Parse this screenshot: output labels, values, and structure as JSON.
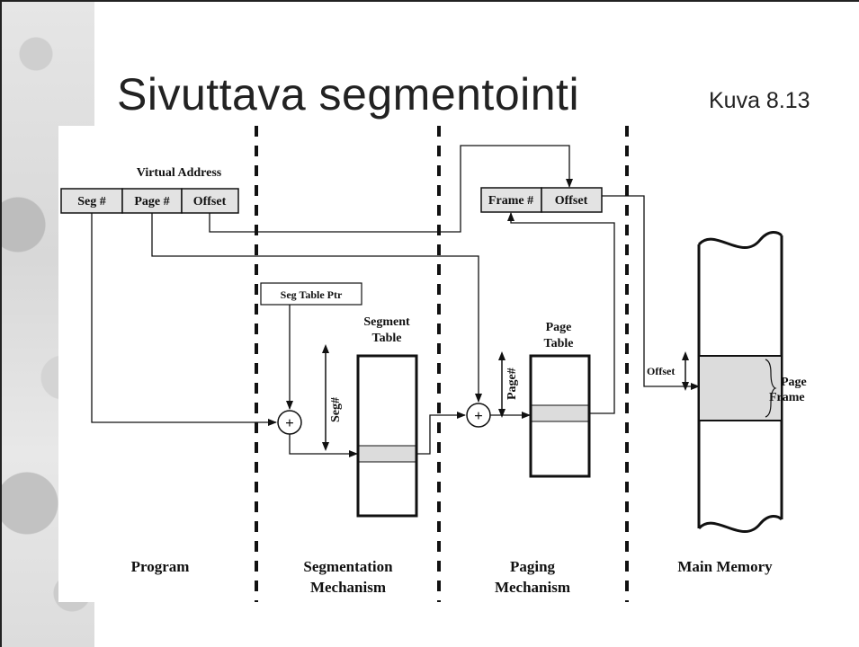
{
  "slide": {
    "title": "Sivuttava segmentointi",
    "subtitle": "Kuva 8.13"
  },
  "diagram": {
    "virtual_address": {
      "heading": "Virtual Address",
      "fields": [
        "Seg #",
        "Page #",
        "Offset"
      ]
    },
    "physical_address": {
      "fields": [
        "Frame #",
        "Offset"
      ]
    },
    "seg_table_ptr": "Seg Table Ptr",
    "segment_table": {
      "title_line1": "Segment",
      "title_line2": "Table",
      "index_label": "Seg#"
    },
    "page_table": {
      "title_line1": "Page",
      "title_line2": "Table",
      "index_label": "Page#"
    },
    "adder_symbol": "+",
    "main_memory": {
      "offset_label": "Offset",
      "frame_line1": "Page",
      "frame_line2": "Frame"
    },
    "sections": {
      "program": "Program",
      "segmentation_line1": "Segmentation",
      "segmentation_line2": "Mechanism",
      "paging_line1": "Paging",
      "paging_line2": "Mechanism",
      "main_memory": "Main Memory"
    }
  }
}
